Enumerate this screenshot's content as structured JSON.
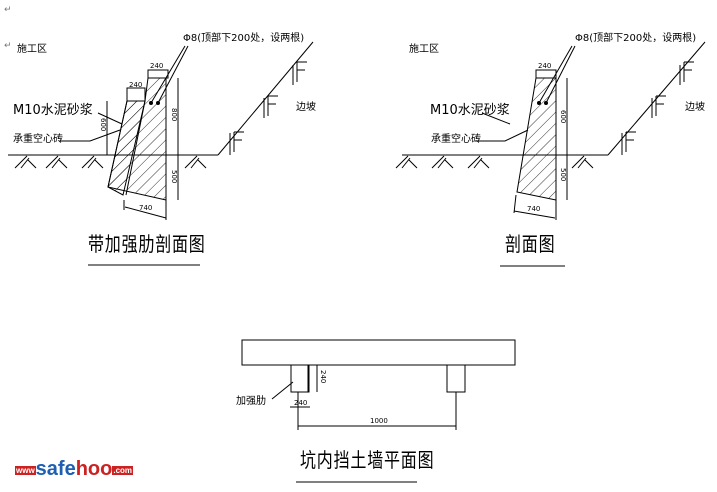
{
  "paragraph_marks": [
    "↵",
    "↵"
  ],
  "section_left": {
    "rebar_note": "Φ8(顶部下200处，设两根)",
    "work_zone": "施工区",
    "slope": "边坡",
    "mortar": "M10水泥砂浆",
    "brick": "承重空心砖",
    "dim_top_main": "240",
    "dim_top_rib": "240",
    "dim_rib_height": "600",
    "dim_above": "800",
    "dim_below": "500",
    "dim_base": "740",
    "title": "带加强肋剖面图"
  },
  "section_right": {
    "rebar_note": "Φ8(顶部下200处，设两根)",
    "work_zone": "施工区",
    "slope": "边坡",
    "mortar": "M10水泥砂浆",
    "brick": "承重空心砖",
    "dim_top": "240",
    "dim_above": "600",
    "dim_below": "500",
    "dim_base": "740",
    "title": "剖面图"
  },
  "plan": {
    "rib_label": "加强肋",
    "dim_rib_depth": "240",
    "dim_rib_width": "240",
    "dim_spacing": "1000",
    "title": "坑内挡土墙平面图"
  },
  "logo": {
    "www": "www",
    "safe": "safe",
    "hoo": "hoo",
    "com": ".com"
  }
}
